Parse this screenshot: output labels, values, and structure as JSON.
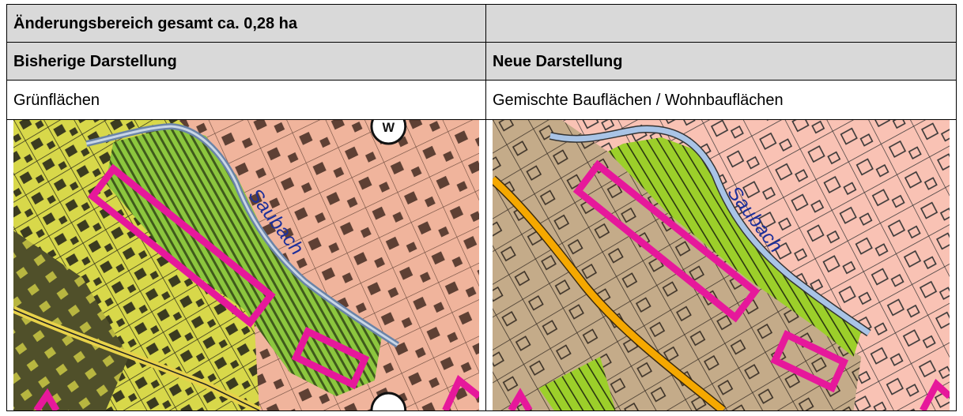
{
  "header": {
    "title": "Änderungsbereich gesamt ca. 0,28 ha"
  },
  "columns": {
    "left_heading": "Bisherige Darstellung",
    "right_heading": "Neue Darstellung"
  },
  "left": {
    "designation": "Grünflächen",
    "river_label": "Saubach",
    "marker": "W"
  },
  "right": {
    "designation": "Gemischte Bauflächen / Wohnbauflächen",
    "river_label": "Saubach"
  },
  "colors": {
    "header_bg": "#d9d9d9",
    "boundary_magenta": "#e6189b",
    "green_area_old": "#8cc63e",
    "residential_old": "#f0b49c",
    "yellow_area_old": "#d8d84a",
    "green_area_new": "#9ccf2a",
    "mixed_area_new": "#c4ab89",
    "residential_new": "#f9c2b4",
    "road_orange": "#f5a800",
    "river_blue": "#a9c4e6"
  }
}
